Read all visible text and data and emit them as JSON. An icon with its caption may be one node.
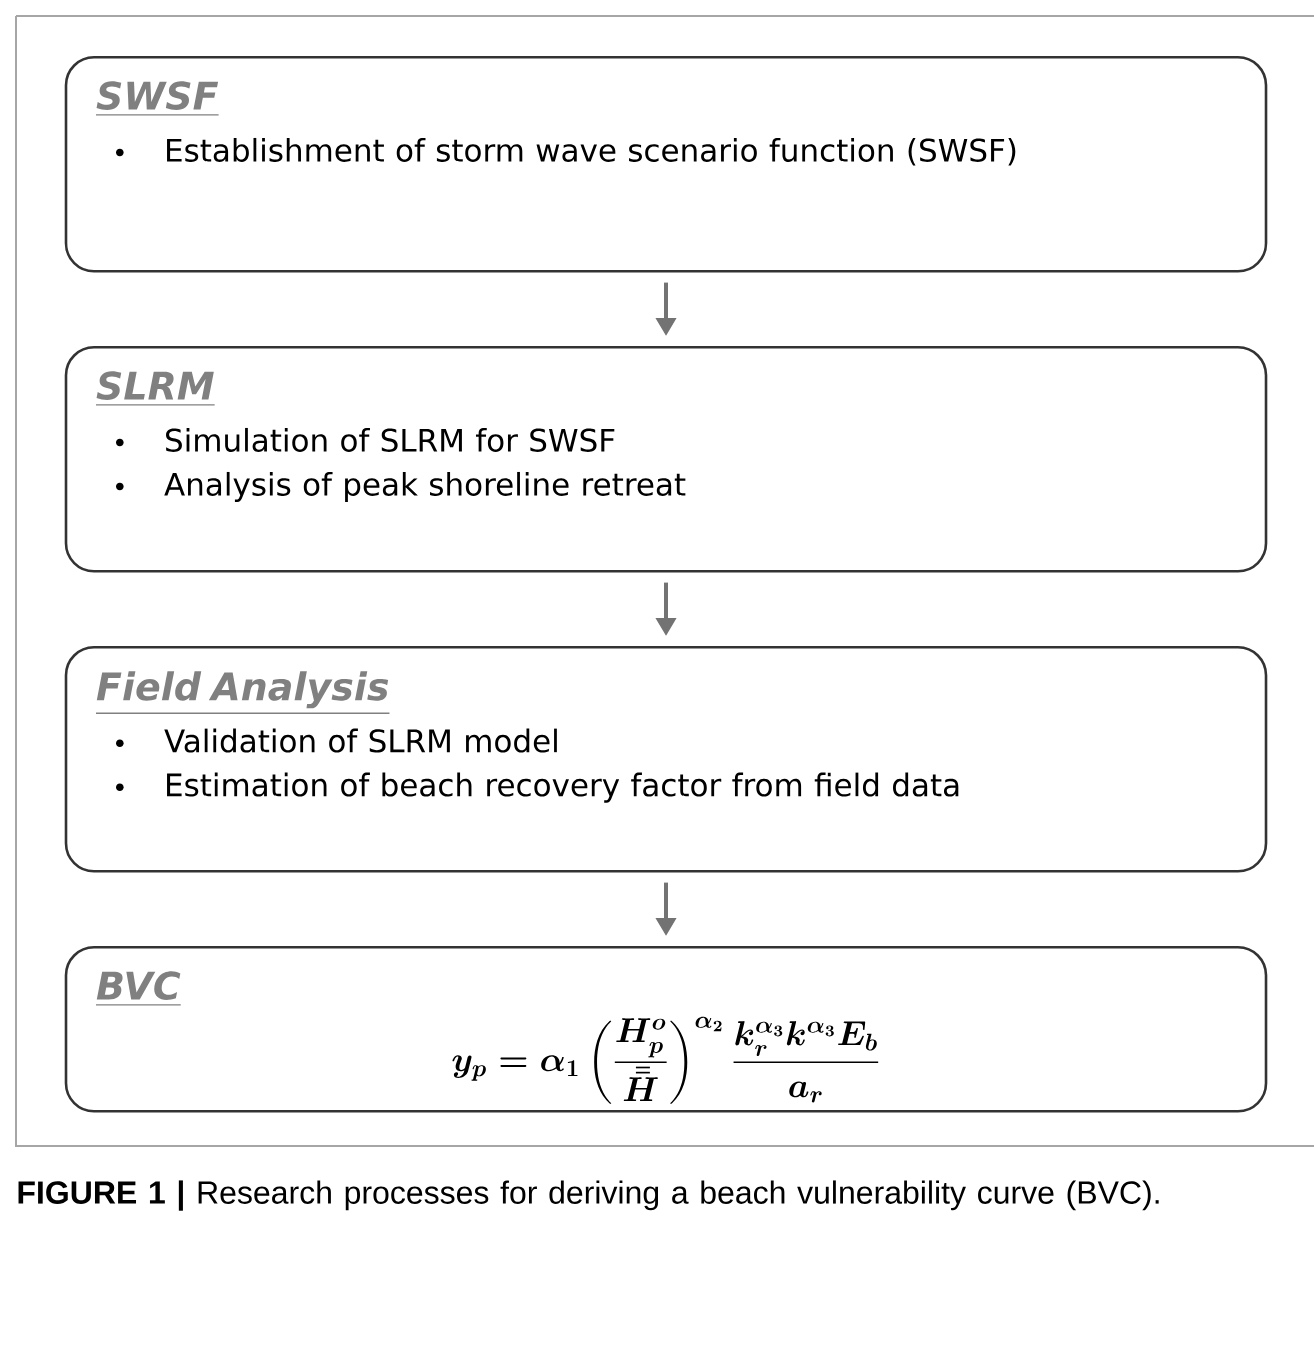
{
  "diagram": {
    "caption": "**FIGURE 1 |** Research processes for deriving a beach vulnerability curve (BVC).",
    "nodes": [
      {
        "text": [
          "SWSF",
          "Establishment of storm wave scenario function (SWSF)"
        ]
      },
      {
        "text": [
          "SLRM",
          "Simulation of SLRM for SWSF",
          "Analysis of peak shoreline retreat"
        ]
      },
      {
        "text": [
          "Field Analysis",
          "Validation of SLRM model",
          "Estimation of beach recovery factor from field data"
        ]
      },
      {
        "text": [
          "BVC",
          "y_p = \\alpha_1 \\left(\\frac{H_p^o}{\\bar{\\bar{H}}}\\right)^{\\alpha_2} \\frac{k_r^{\\alpha_3} k^{\\alpha_3} E_b}{a_r}"
        ]
      }
    ],
    "edges": [
      {
        "from": 0,
        "to": 1,
        "arrow": "to"
      },
      {
        "from": 1,
        "to": 2,
        "arrow": "to"
      },
      {
        "from": 2,
        "to": 3,
        "arrow": "to"
      }
    ]
  }
}
